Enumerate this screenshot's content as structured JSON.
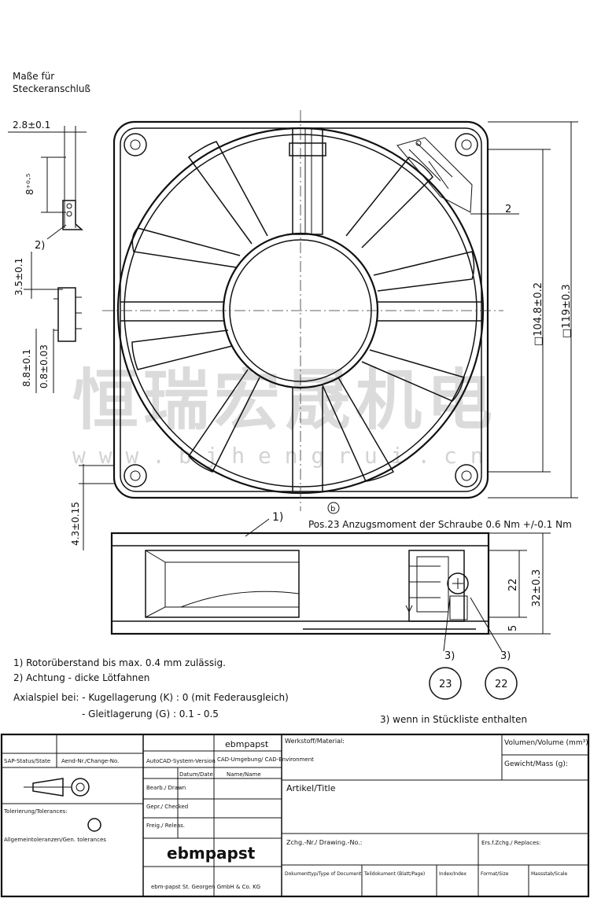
{
  "left_notes": {
    "title_line1": "Maße für",
    "title_line2": "Steckeranschluß",
    "dim_28": "2.8±0.1",
    "dim_8": "8⁺⁰·⁵",
    "callout_2": "2)",
    "dim_35": "3.5±0.1",
    "dim_88": "8.8±0.1",
    "dim_08": "0.8±0.03",
    "dim_43": "4.3±0.15"
  },
  "front_view": {
    "dim_2": "2",
    "dim_1048": "□104.8±0.2",
    "dim_119": "□119±0.3"
  },
  "side_view": {
    "callout_1": "1)",
    "circle_b": "b",
    "torque_note": "Pos.23 Anzugsmoment der Schraube  0.6 Nm +/-0.1 Nm",
    "dim_22": "22",
    "dim_32": "32±0.3",
    "dim_5": "5",
    "ref_3a": "3)",
    "ref_3b": "3)",
    "pos_23": "23",
    "pos_22": "22"
  },
  "notes": {
    "n1": "1) Rotorüberstand bis max. 0.4 mm zulässig.",
    "n2": "2) Achtung - dicke Lötfahnen",
    "n3": "Axialspiel bei:  - Kugellagerung (K) : 0 (mit Federausgleich)",
    "n4": "- Gleitlagerung (G) : 0.1 - 0.5",
    "n5": "3) wenn in Stückliste enthalten"
  },
  "watermark": {
    "chars": "恒瑞宏晟机电",
    "url": "w w w . b j h e n g r u i . c n"
  },
  "title_block": {
    "sap_status": "SAP-Status/State",
    "aend_nr": "Aend-Nr./Change-No.",
    "autocad": "AutoCAD-System-Version",
    "brand_small": "ebmpapst",
    "cad_env": "CAD-Umgebung/ CAD-Environment",
    "datum": "Datum/Date",
    "name": "Name/Name",
    "bearb": "Bearb./ Drawn",
    "gepr": "Gepr./ Checked",
    "freig": "Freig./ Releas.",
    "tolerance": "Tolerierung/Tolerances:",
    "gen_tolerance": "Allgemeintoleranzen/Gen. tolerances",
    "brand_large": "ebmpapst",
    "company": "ebm-papst St. Georgen GmbH & Co. KG",
    "material": "Werkstoff/Material:",
    "volume": "Volumen/Volume (mm³)",
    "weight": "Gewicht/Mass (g):",
    "artikel": "Artikel/Title",
    "drawing_no": "Zchg.-Nr./ Drawing.-No.:",
    "replaces": "Ers.f.Zchg./ Replaces:",
    "doc_type": "Dokumenttyp/Type of Document",
    "teil_doc": "Teildokument (Blatt/Page)",
    "index": "Index/Index",
    "format": "Format/Size",
    "scale": "Massstab/Scale"
  }
}
